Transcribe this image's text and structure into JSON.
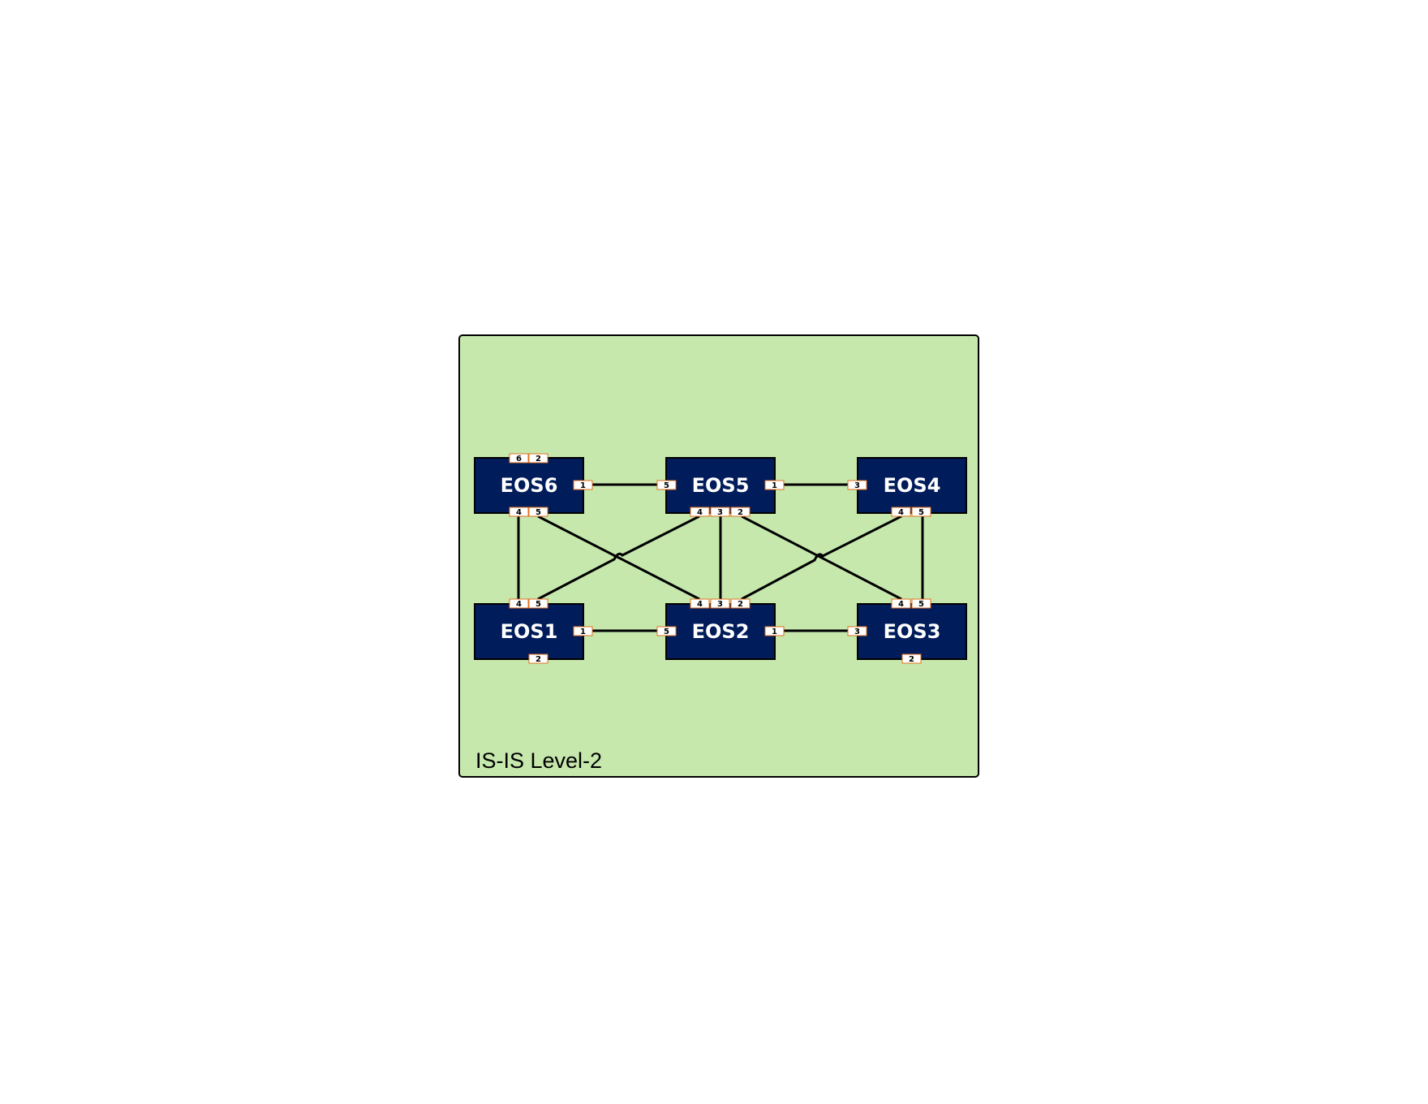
{
  "area": {
    "label": "IS-IS Level-2",
    "fill_color": "#c6e8ad",
    "border_color": "#000000"
  },
  "colors": {
    "node_fill": "#001c5a",
    "node_text": "#ffffff",
    "port_fill": "#ffffff",
    "port_border": "#e07020",
    "link": "#000000"
  },
  "nodes": [
    {
      "id": "EOS6",
      "label": "EOS6",
      "ports": [
        "6",
        "2",
        "1",
        "4",
        "5"
      ]
    },
    {
      "id": "EOS5",
      "label": "EOS5",
      "ports": [
        "5",
        "1",
        "4",
        "3",
        "2"
      ]
    },
    {
      "id": "EOS4",
      "label": "EOS4",
      "ports": [
        "3",
        "4",
        "5"
      ]
    },
    {
      "id": "EOS1",
      "label": "EOS1",
      "ports": [
        "4",
        "5",
        "1",
        "2"
      ]
    },
    {
      "id": "EOS2",
      "label": "EOS2",
      "ports": [
        "4",
        "3",
        "2",
        "5",
        "1"
      ]
    },
    {
      "id": "EOS3",
      "label": "EOS3",
      "ports": [
        "4",
        "5",
        "3",
        "2"
      ]
    }
  ],
  "links": [
    {
      "from": "EOS6",
      "from_port": "1",
      "to": "EOS5",
      "to_port": "5"
    },
    {
      "from": "EOS5",
      "from_port": "1",
      "to": "EOS4",
      "to_port": "3"
    },
    {
      "from": "EOS1",
      "from_port": "1",
      "to": "EOS2",
      "to_port": "5"
    },
    {
      "from": "EOS2",
      "from_port": "1",
      "to": "EOS3",
      "to_port": "3"
    },
    {
      "from": "EOS6",
      "from_port": "4",
      "to": "EOS1",
      "to_port": "4"
    },
    {
      "from": "EOS6",
      "from_port": "5",
      "to": "EOS2",
      "to_port": "4"
    },
    {
      "from": "EOS5",
      "from_port": "4",
      "to": "EOS1",
      "to_port": "5"
    },
    {
      "from": "EOS5",
      "from_port": "3",
      "to": "EOS2",
      "to_port": "3"
    },
    {
      "from": "EOS5",
      "from_port": "2",
      "to": "EOS3",
      "to_port": "4"
    },
    {
      "from": "EOS4",
      "from_port": "4",
      "to": "EOS2",
      "to_port": "2"
    },
    {
      "from": "EOS4",
      "from_port": "5",
      "to": "EOS3",
      "to_port": "5"
    }
  ]
}
